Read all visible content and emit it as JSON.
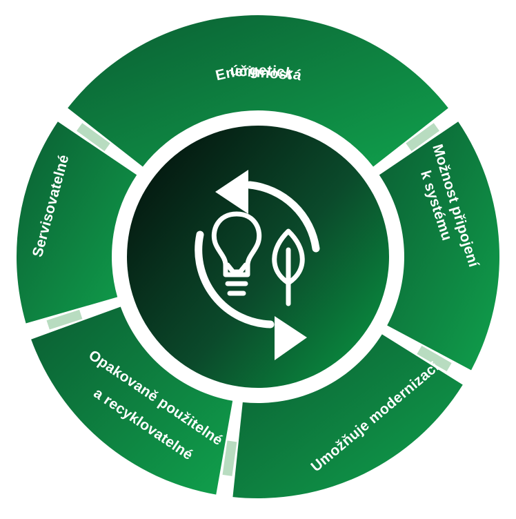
{
  "diagram": {
    "segments": [
      {
        "id": "energy",
        "lines": [
          "Energetická",
          "účinnost"
        ]
      },
      {
        "id": "connect",
        "lines": [
          "Možnost připojení",
          "k systému"
        ]
      },
      {
        "id": "modern",
        "lines": [
          "Umožňuje modernizaci"
        ]
      },
      {
        "id": "recycle",
        "lines": [
          "Opakovaně použitelné",
          "a recyklovatelné"
        ]
      },
      {
        "id": "service",
        "lines": [
          "Servisovatelné"
        ]
      }
    ],
    "center": {
      "icons": [
        "circular-arrows-icon",
        "lightbulb-icon",
        "leaf-icon"
      ]
    }
  },
  "colors": {
    "segment_dark": "#0d6a3a",
    "segment_light": "#0e9447",
    "gap_accent": "#b8dcc0",
    "center_dark": "#061e14",
    "center_light": "#0a8a3e",
    "icon_white": "#ffffff"
  }
}
